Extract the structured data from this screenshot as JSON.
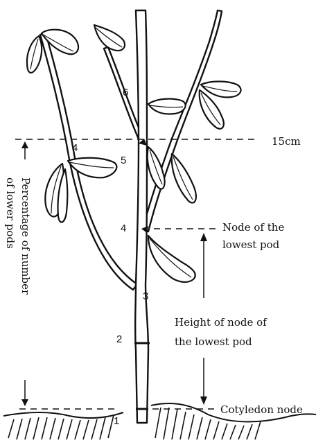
{
  "annotations": {
    "height_15cm": "15cm",
    "node_lowest_pod_line1": "Node of the",
    "node_lowest_pod_line2": "lowest pod",
    "height_node_line1": "Height of node of",
    "height_node_line2": "the lowest pod",
    "cotyledon_node": "Cotyledon node",
    "percentage_line1": "Percentage of number",
    "percentage_line2": "of lower pods"
  },
  "node_numbers": {
    "n1": "1",
    "n2": "2",
    "n3": "3",
    "n4_main": "4",
    "n4_branch": "4",
    "n5": "5",
    "n6": "6"
  }
}
